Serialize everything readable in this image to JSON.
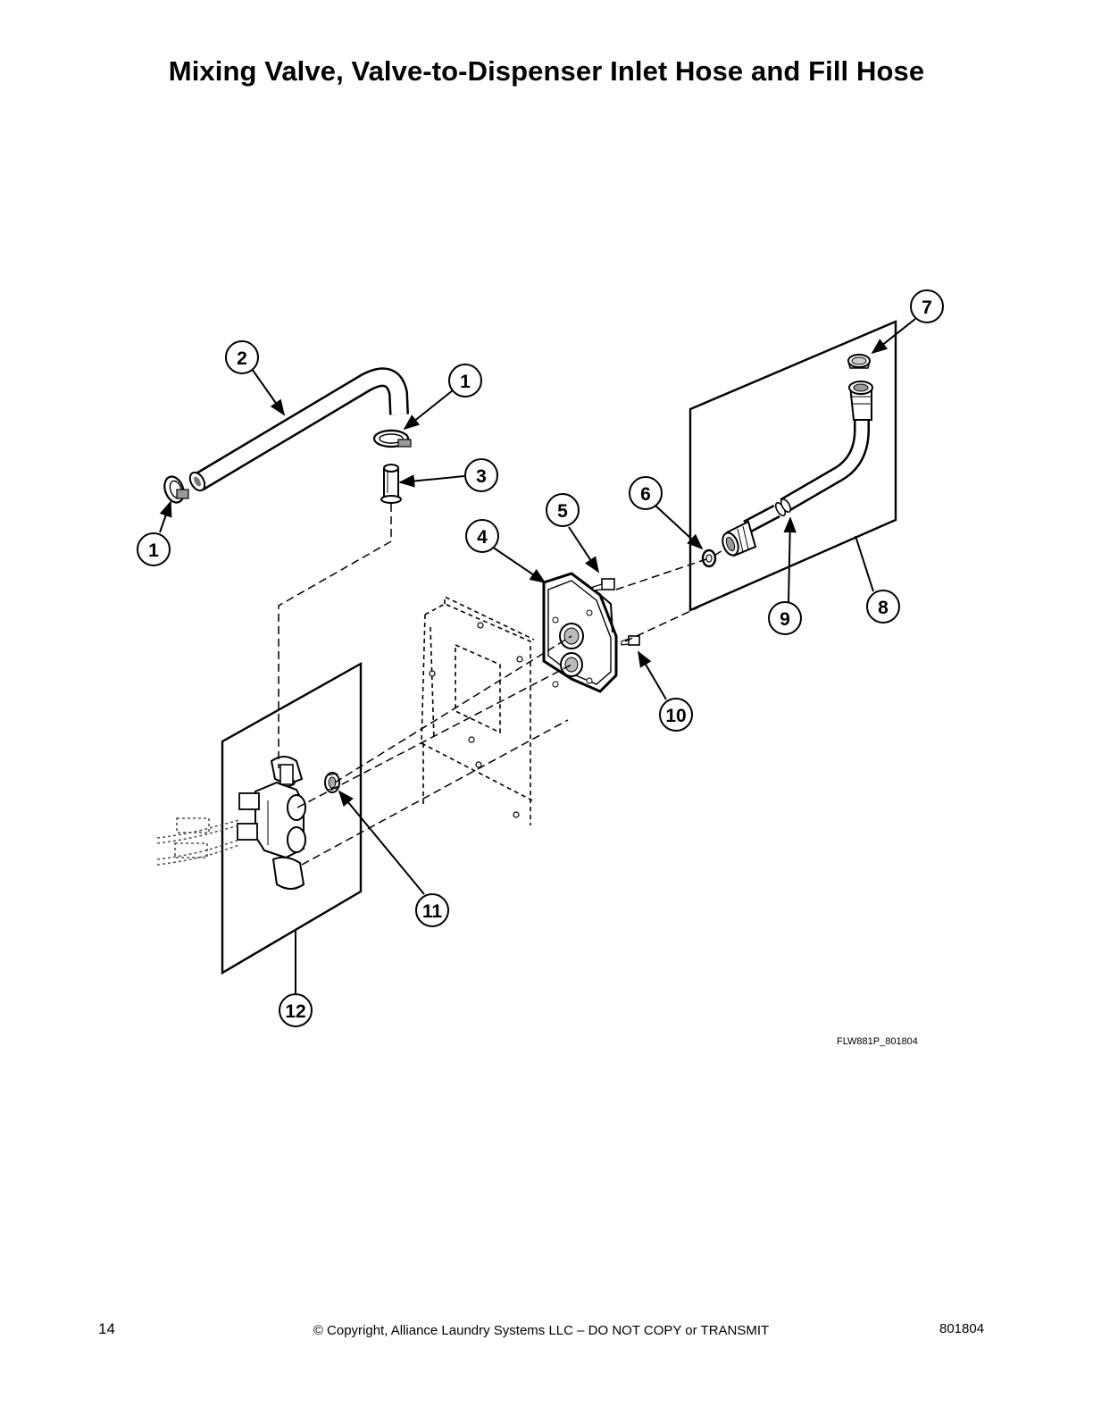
{
  "title": "Mixing Valve, Valve-to-Dispenser Inlet Hose and Fill Hose",
  "drawing_ref": "FLW881P_801804",
  "callouts": [
    {
      "id": "callout-1-upper",
      "label": "1"
    },
    {
      "id": "callout-1-lower",
      "label": "1"
    },
    {
      "id": "callout-2",
      "label": "2"
    },
    {
      "id": "callout-3",
      "label": "3"
    },
    {
      "id": "callout-4",
      "label": "4"
    },
    {
      "id": "callout-5",
      "label": "5"
    },
    {
      "id": "callout-6",
      "label": "6"
    },
    {
      "id": "callout-7",
      "label": "7"
    },
    {
      "id": "callout-8",
      "label": "8"
    },
    {
      "id": "callout-9",
      "label": "9"
    },
    {
      "id": "callout-10",
      "label": "10"
    },
    {
      "id": "callout-11",
      "label": "11"
    },
    {
      "id": "callout-12",
      "label": "12"
    }
  ],
  "footer": {
    "page_number": "14",
    "copyright": "© Copyright, Alliance Laundry Systems LLC – DO NOT COPY or TRANSMIT",
    "doc_number": "801804"
  }
}
